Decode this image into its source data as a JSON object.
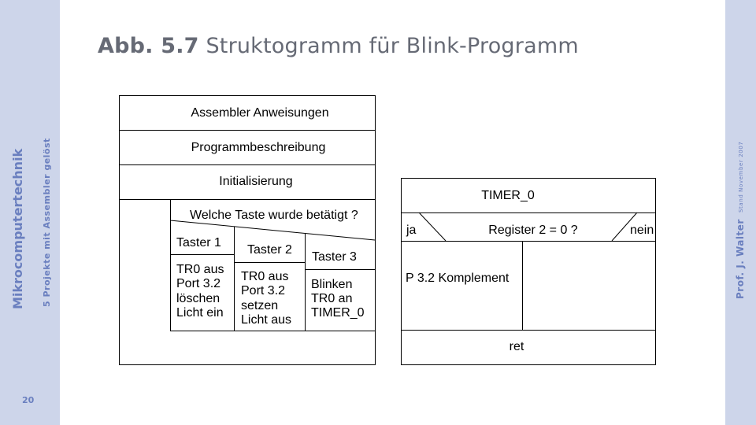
{
  "sidebar": {
    "course": "Mikrocomputertechnik",
    "chapter": "5 Projekte mit Assembler gelöst",
    "page_number": "20"
  },
  "right_sidebar": {
    "author": "Prof. J. Walter",
    "date": "Stand November 2007"
  },
  "title": {
    "figure_label": "Abb. 5.7",
    "text": "Struktogramm für Blink-Programm"
  },
  "left_diagram": {
    "header_rows": [
      "Assembler Anweisungen",
      "Programmbeschreibung",
      "Initialisierung"
    ],
    "case_question": "Welche Taste wurde betätigt ?",
    "cases": [
      {
        "label": "Taster 1",
        "lines": [
          "TR0 aus",
          "Port 3.2",
          "löschen",
          "Licht ein"
        ]
      },
      {
        "label": "Taster 2",
        "lines": [
          "TR0 aus",
          "Port 3.2",
          "setzen",
          "Licht aus"
        ]
      },
      {
        "label": "Taster 3",
        "lines": [
          "Blinken",
          "TR0 an",
          "TIMER_0"
        ]
      }
    ]
  },
  "right_diagram": {
    "title": "TIMER_0",
    "condition": "Register 2 = 0 ?",
    "yes_label": "ja",
    "no_label": "nein",
    "yes_action": "P 3.2 Komplement",
    "footer": "ret"
  }
}
